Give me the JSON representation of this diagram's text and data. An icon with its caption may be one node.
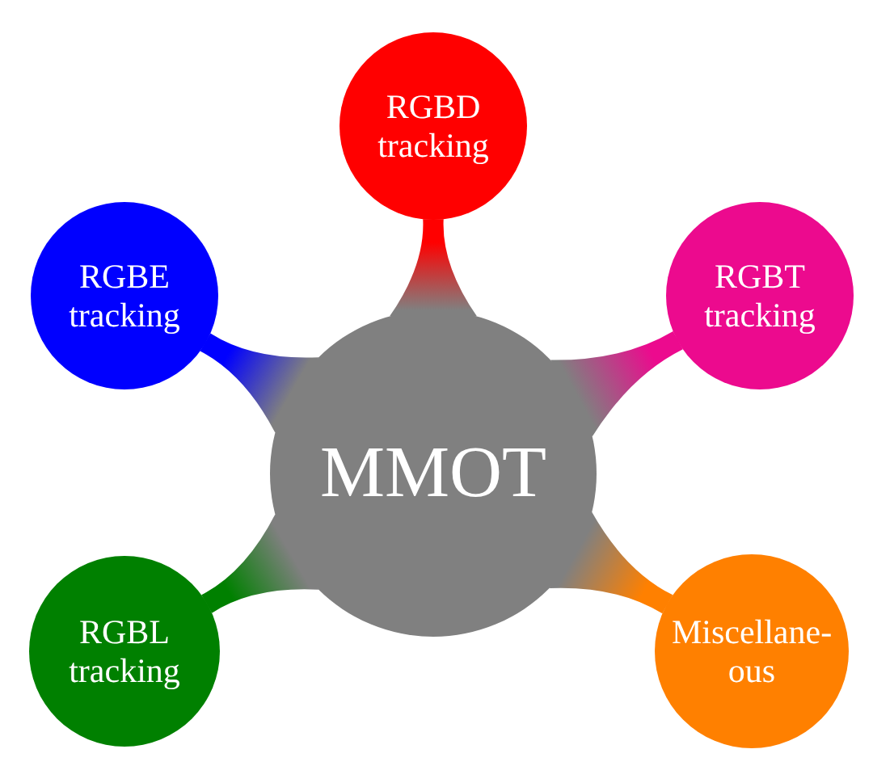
{
  "diagram": {
    "nodes": [
      {
        "text": [
          "RGBD tracking"
        ]
      },
      {
        "text": [
          "RGBE tracking"
        ]
      },
      {
        "text": [
          "RGBT tracking"
        ]
      },
      {
        "text": [
          "MMOT"
        ]
      },
      {
        "text": [
          "RGBL tracking"
        ]
      },
      {
        "text": [
          "Miscellane- ous"
        ]
      }
    ],
    "edges": [
      {
        "from": 3,
        "to": 0,
        "arrow": "none",
        "color": "#ff0000"
      },
      {
        "from": 3,
        "to": 1,
        "arrow": "none",
        "color": "#0000ff"
      },
      {
        "from": 3,
        "to": 2,
        "arrow": "none",
        "color": "#ec0a8e"
      },
      {
        "from": 3,
        "to": 4,
        "arrow": "none",
        "color": "#008000"
      },
      {
        "from": 3,
        "to": 5,
        "arrow": "none",
        "color": "#ff8000"
      }
    ]
  }
}
